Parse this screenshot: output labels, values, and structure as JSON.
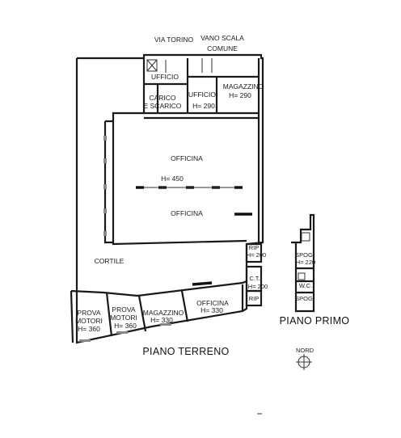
{
  "labels": {
    "via_torino": "VIA TORINO",
    "vano_scala_1": "VANO SCALA",
    "vano_scala_2": "COMUNE",
    "ufficio_1": "UFFICIO",
    "ufficio_2": "UFFICIO",
    "carico_1": "CARICO",
    "carico_2": "E SCARICO",
    "h290_a": "H= 290",
    "magazzino_top": "MAGAZZINO",
    "h290_b": "H= 290",
    "officina_1": "OFFICINA",
    "h450": "H= 450",
    "officina_2": "OFFICINA",
    "cortile": "CORTILE",
    "rip_1": "RIP",
    "h200_a": "H= 200",
    "ct": "C.T.",
    "h200_b": "H= 200",
    "rip_2": "RIP",
    "prova1_a": "PROVA",
    "prova1_b": "MOTORI",
    "prova1_h": "H= 360",
    "prova2_a": "PROVA",
    "prova2_b": "MOTORI",
    "prova2_h": "H= 360",
    "magazzino_bottom": "MAGAZZINO",
    "h330_a": "H= 330",
    "officina_3": "OFFICINA",
    "h330_b": "H= 330",
    "spog_1": "SPOG.",
    "h220": "H= 220",
    "spog_2": "SPOG.",
    "wc": "W.C.",
    "nord": "NORD"
  },
  "titles": {
    "piano_terreno": "PIANO TERRENO",
    "piano_primo": "PIANO PRIMO"
  }
}
